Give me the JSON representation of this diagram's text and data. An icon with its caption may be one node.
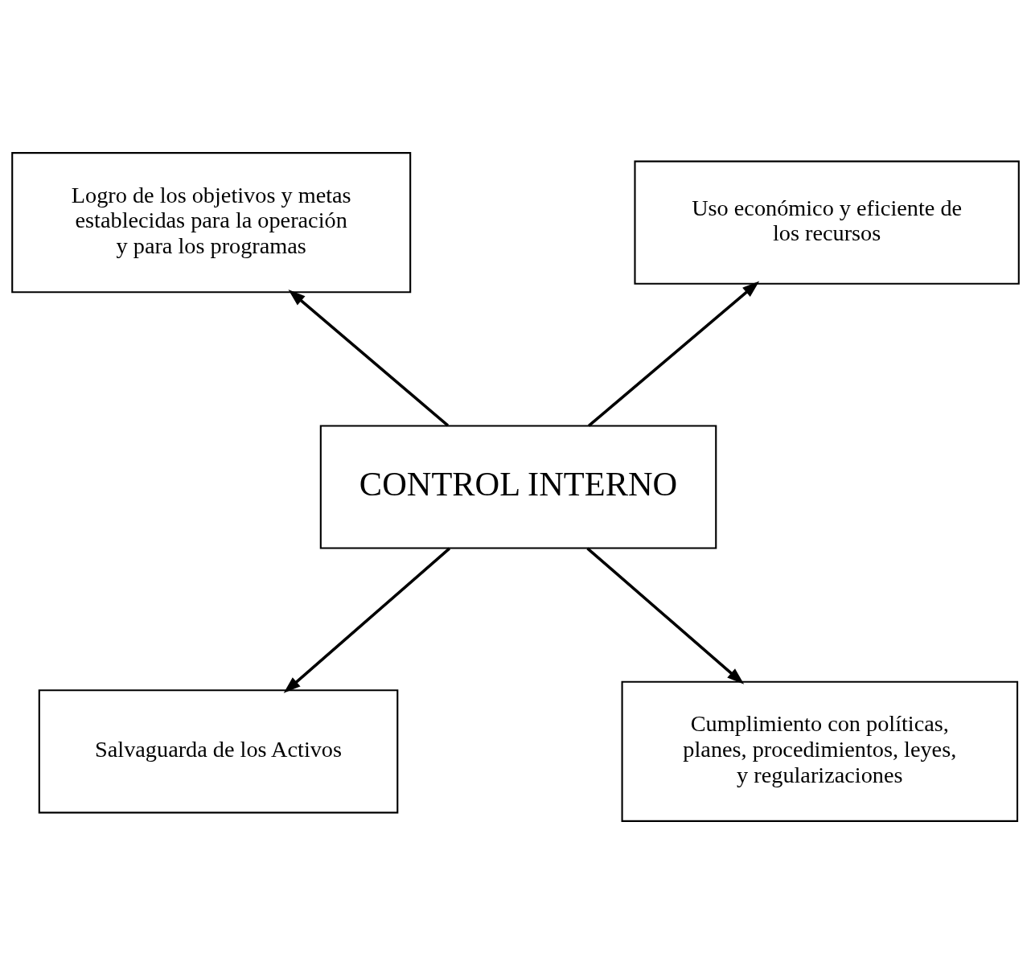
{
  "diagram": {
    "nodes": [
      {
        "text": [
          "Logro de los objetivos y metas establecidas para la operación y para los programas"
        ]
      },
      {
        "text": [
          "Uso económico y eficiente de los recursos"
        ]
      },
      {
        "text": [
          "CONTROL INTERNO"
        ]
      },
      {
        "text": [
          "Salvaguarda de los Activos"
        ]
      },
      {
        "text": [
          "Cumplimiento con políticas, planes, procedimientos, leyes, y regularizaciones"
        ]
      }
    ],
    "edges": [
      {
        "from": 2,
        "to": 0,
        "arrow": "to"
      },
      {
        "from": 2,
        "to": 1,
        "arrow": "to"
      },
      {
        "from": 2,
        "to": 3,
        "arrow": "to"
      },
      {
        "from": 2,
        "to": 4,
        "arrow": "to"
      }
    ]
  }
}
